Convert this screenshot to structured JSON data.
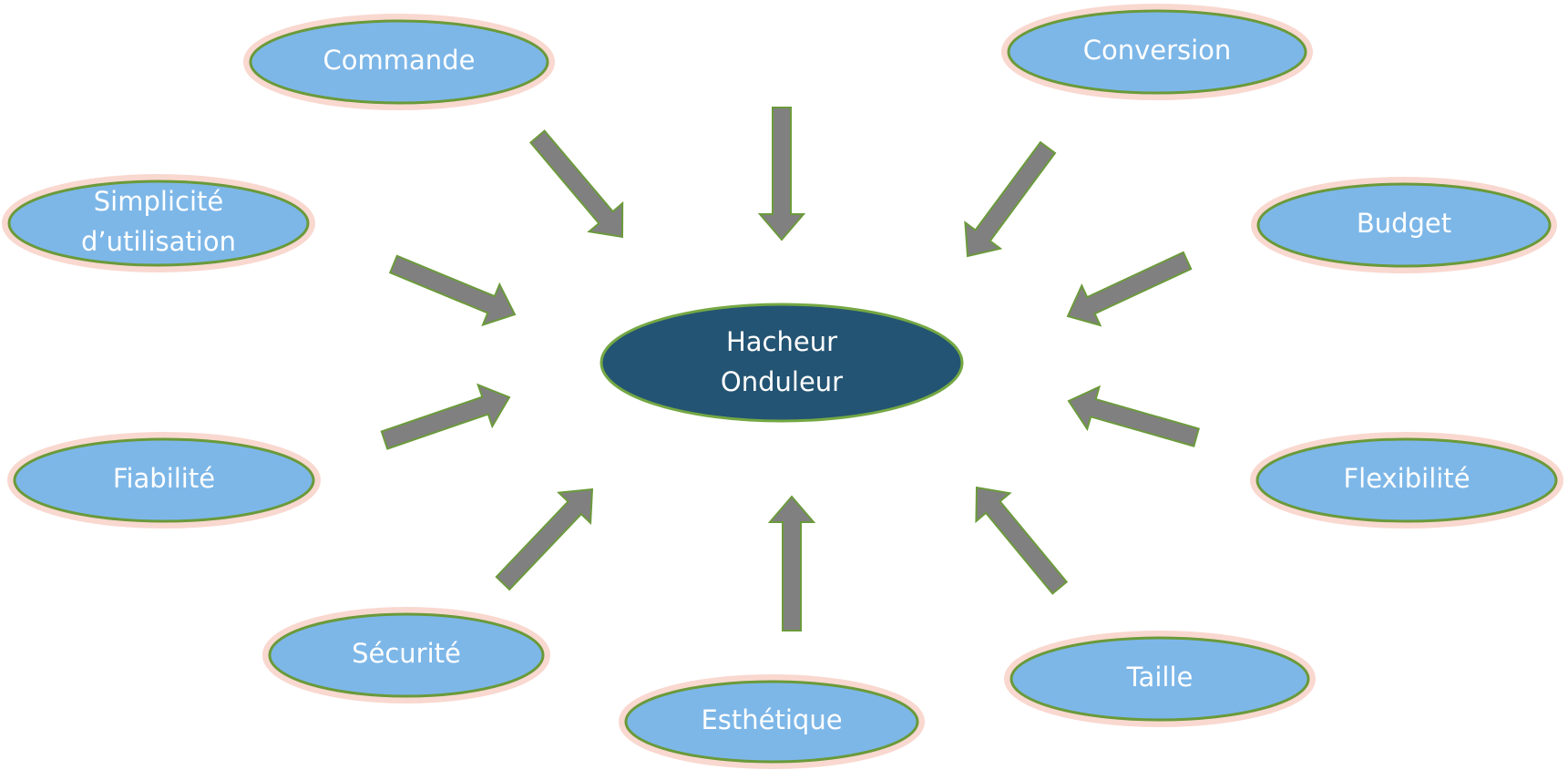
{
  "center": {
    "lines": [
      "Hacheur",
      "Onduleur"
    ]
  },
  "nodes": [
    {
      "id": "commande",
      "lines": [
        "Commande"
      ]
    },
    {
      "id": "conversion",
      "lines": [
        "Conversion"
      ]
    },
    {
      "id": "simplicite",
      "lines": [
        "Simplicité",
        "d’utilisation"
      ]
    },
    {
      "id": "budget",
      "lines": [
        "Budget"
      ]
    },
    {
      "id": "fiabilite",
      "lines": [
        "Fiabilité"
      ]
    },
    {
      "id": "flexibilite",
      "lines": [
        "Flexibilité"
      ]
    },
    {
      "id": "securite",
      "lines": [
        "Sécurité"
      ]
    },
    {
      "id": "taille",
      "lines": [
        "Taille"
      ]
    },
    {
      "id": "esthetique",
      "lines": [
        "Esthétique"
      ]
    }
  ],
  "colors": {
    "node_fill": "#7db7e8",
    "node_border": "#6a9a3a",
    "center_fill": "#245473",
    "arrow_fill": "#808080",
    "label_text": "#ffffff"
  }
}
